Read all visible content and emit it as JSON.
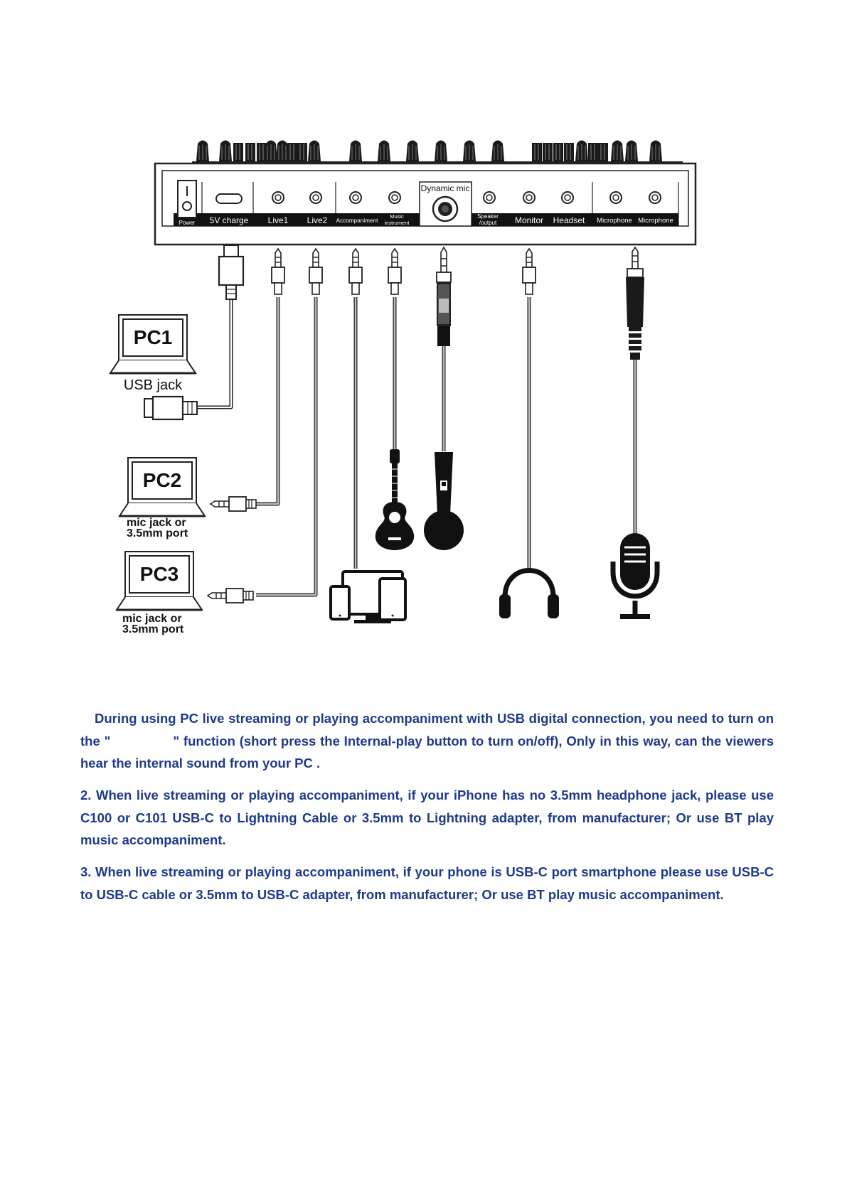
{
  "mixer": {
    "power_label": "Power",
    "power_switch": "I O",
    "charge_label": "5V charge",
    "live1_label": "Live1",
    "live2_label": "Live2",
    "accompaniment_label": "Accompaniment",
    "music_instrument_label_1": "Music",
    "music_instrument_label_2": "instrument",
    "dynamic_mic_label": "Dynamic mic",
    "speaker_output_label_1": "Speaker",
    "speaker_output_label_2": "/output",
    "monitor_label": "Monitor",
    "headset_label": "Headset",
    "microphone1_label": "Microphone",
    "microphone2_label": "Microphone"
  },
  "devices": {
    "pc1": {
      "title": "PC1",
      "port": "USB jack"
    },
    "pc2": {
      "title": "PC2",
      "port_line1": "mic jack or",
      "port_line2": "3.5mm port"
    },
    "pc3": {
      "title": "PC3",
      "port_line1": "mic jack or",
      "port_line2": "3.5mm port"
    }
  },
  "notes": {
    "note1_part1": "During using PC live streaming or playing accompaniment with USB digital connection, you need to turn on the \"",
    "note1_part2": "\" function (short press the Internal-play button to turn on/off), Only in this way, can the viewers hear the internal sound from your PC .",
    "note2": "2. When live streaming or playing accompaniment, if your iPhone has no 3.5mm headphone jack, please use C100 or C101 USB-C to Lightning Cable or 3.5mm to Lightning adapter, from manufacturer; Or use BT play music accompaniment.",
    "note3": "3. When live streaming or playing accompaniment, if your phone is USB-C port smartphone please use USB-C to USB-C cable or 3.5mm to USB-C adapter, from manufacturer; Or use BT play music accompaniment."
  },
  "colors": {
    "text": "#1f3a8a",
    "line": "#222222",
    "cable": "#b8b8b8"
  }
}
